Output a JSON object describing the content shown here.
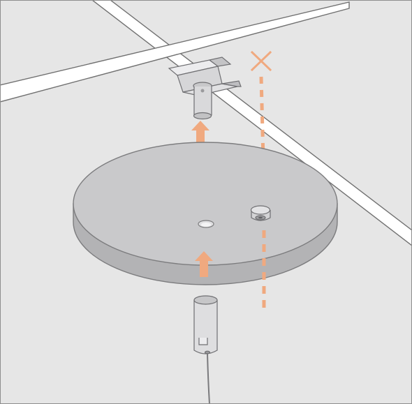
{
  "diagram": {
    "kind": "ceiling-canopy-installation",
    "colors": {
      "ceiling": "#e6e6e6",
      "frame": "#8e8e8e",
      "rail": "#ffffff",
      "rail_outline": "#707070",
      "canopy_top": "#c9c9cb",
      "canopy_edge": "#b3b3b5",
      "canopy_outline": "#7c7c7e",
      "arrow": "#f0a97f",
      "guide_line": "#f0a97f",
      "metal": "#d6d6d8"
    },
    "icons": [
      "ceiling-rail",
      "track-adapter",
      "canopy-disc",
      "screw-mount",
      "up-arrow",
      "dashed-guide",
      "cross-mark",
      "cord-grip",
      "power-cord"
    ]
  }
}
